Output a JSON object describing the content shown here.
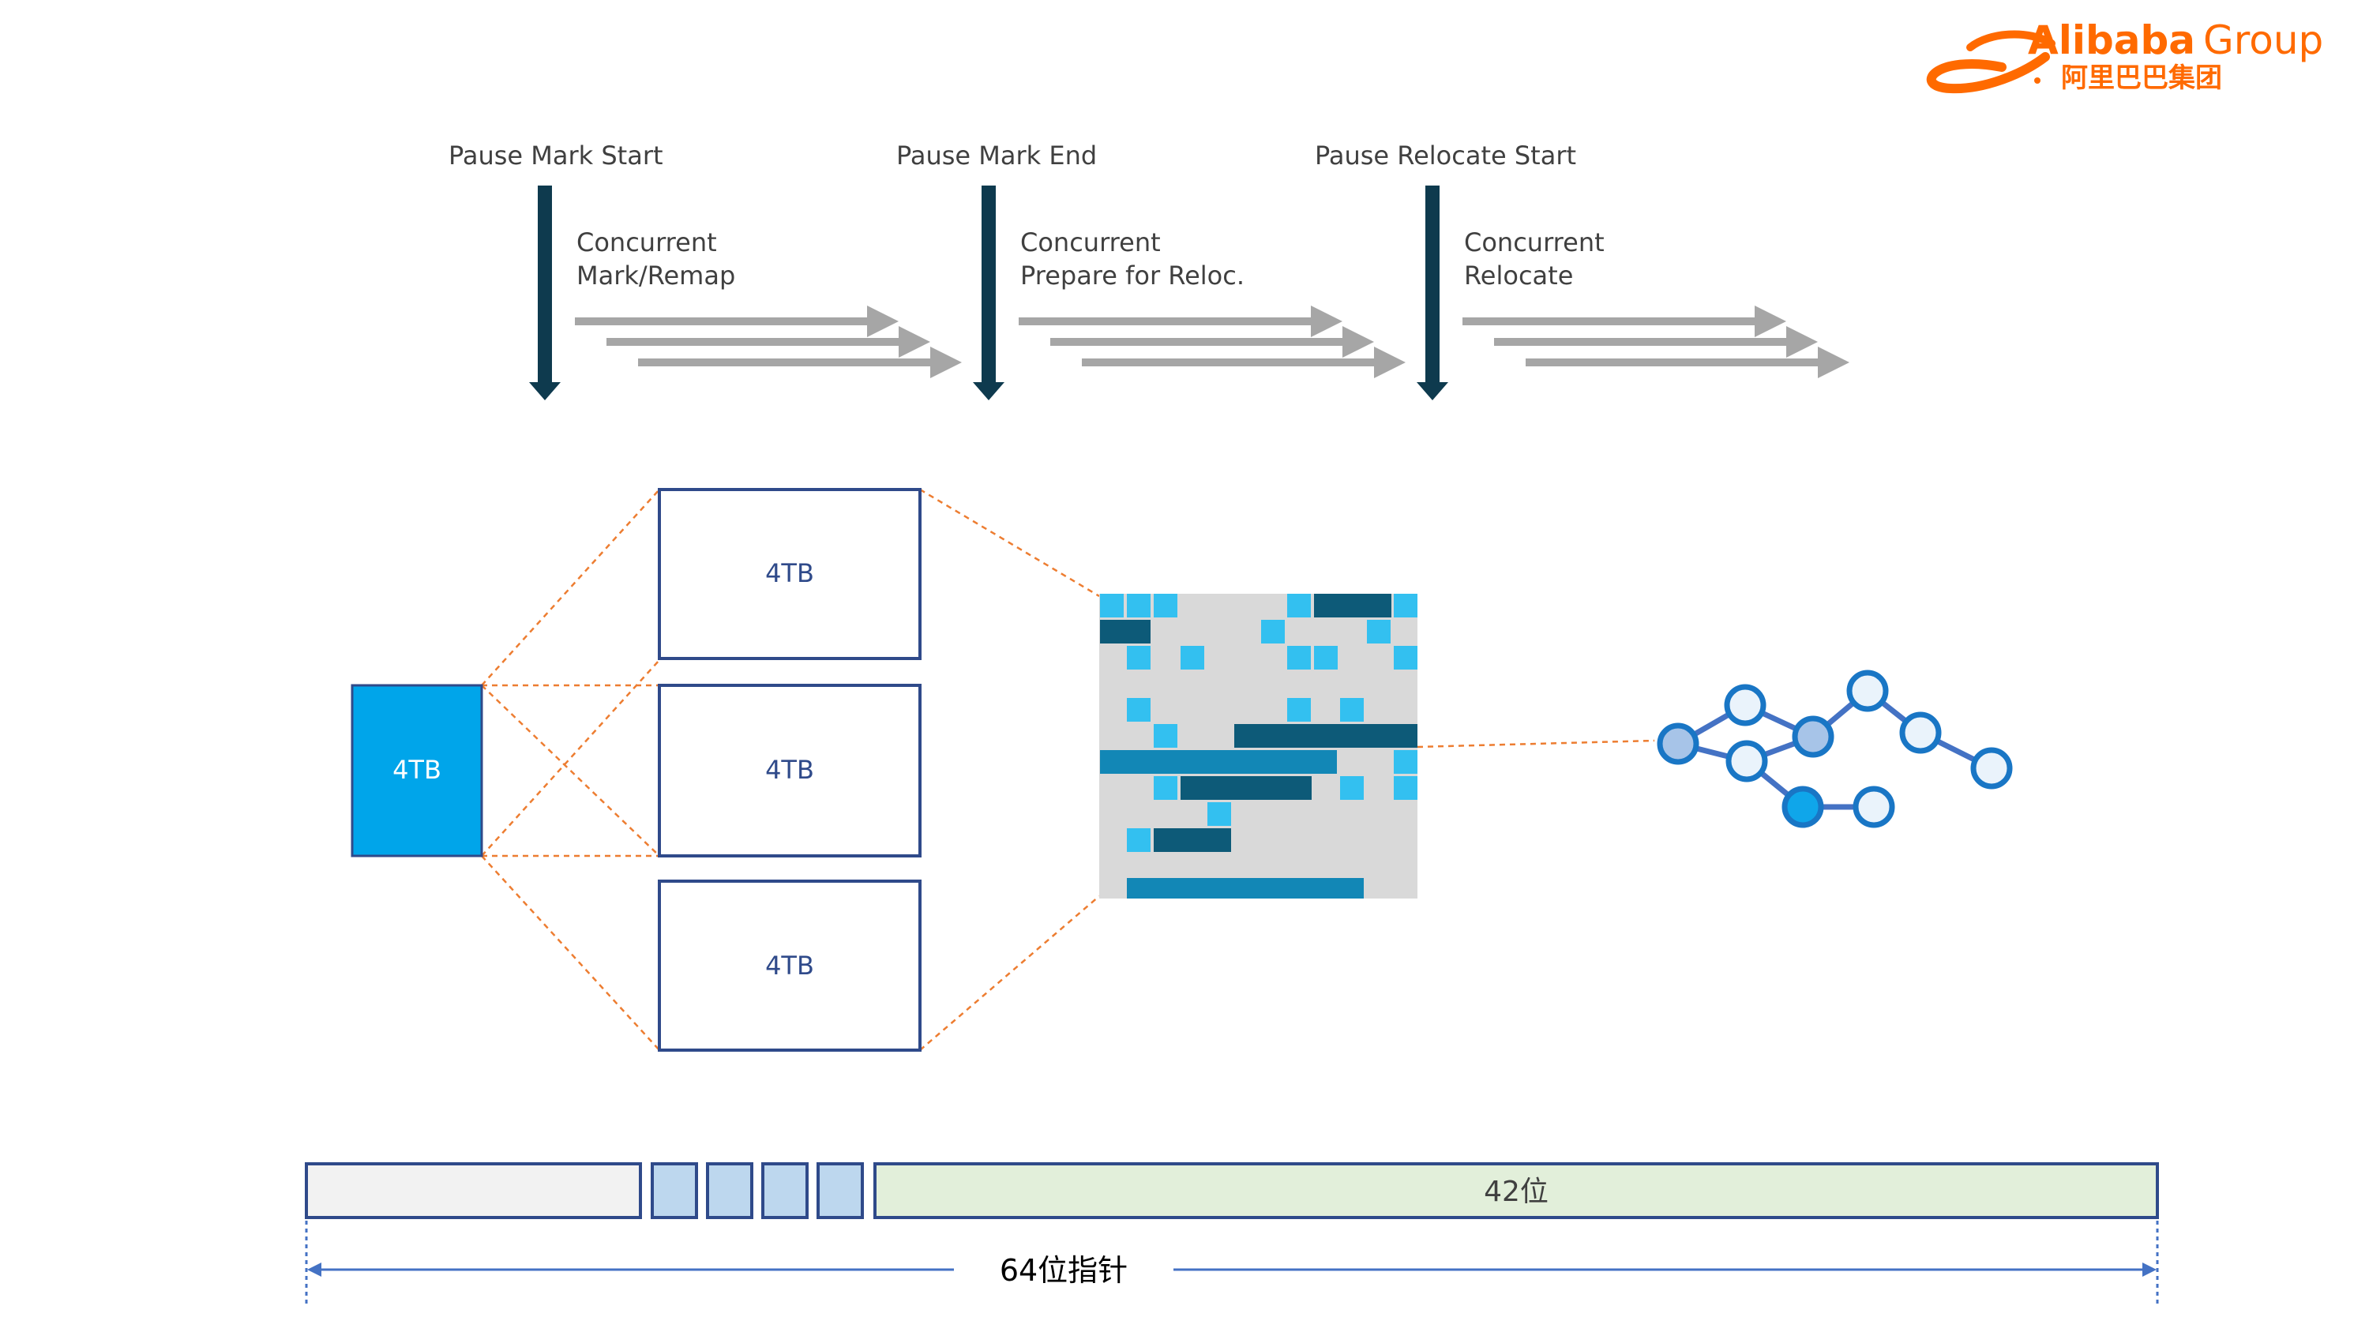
{
  "brand": {
    "name": "Alibaba",
    "suffix": "Group",
    "chinese": "阿里巴巴集团",
    "orange": "#FF6A00"
  },
  "timeline": {
    "pauses": [
      {
        "label": "Pause Mark Start"
      },
      {
        "label": "Pause Mark End"
      },
      {
        "label": "Pause Relocate Start"
      }
    ],
    "phases": [
      {
        "line1": "Concurrent",
        "line2": "Mark/Remap"
      },
      {
        "line1": "Concurrent",
        "line2": "Prepare for Reloc."
      },
      {
        "line1": "Concurrent",
        "line2": "Relocate"
      }
    ],
    "pause_arrow_color": "#0E3A4E",
    "concurrent_arrow_color": "#A6A6A6"
  },
  "memory": {
    "source_label": "4TB",
    "source_color": "#00A5EA",
    "views": [
      "4TB",
      "4TB",
      "4TB"
    ],
    "view_border_color": "#2F4A8A",
    "connector_color": "#ED7D31"
  },
  "heap": {
    "background": "#D9D9D9",
    "light_block_color": "#33C0F0",
    "dark_block_color": "#0D5A78",
    "mid_block_color": "#1287B6"
  },
  "object_graph": {
    "node_count": 9,
    "line_color": "#4472C4",
    "node_border": "#1976C5"
  },
  "pointer": {
    "address_label": "42位",
    "total_label": "64位指针",
    "metadata_bits": 4,
    "unused_color": "#F2F2F2",
    "metadata_color": "#BDD7EE",
    "address_color": "#E2EFDA",
    "dim_line_color": "#4472C4"
  }
}
